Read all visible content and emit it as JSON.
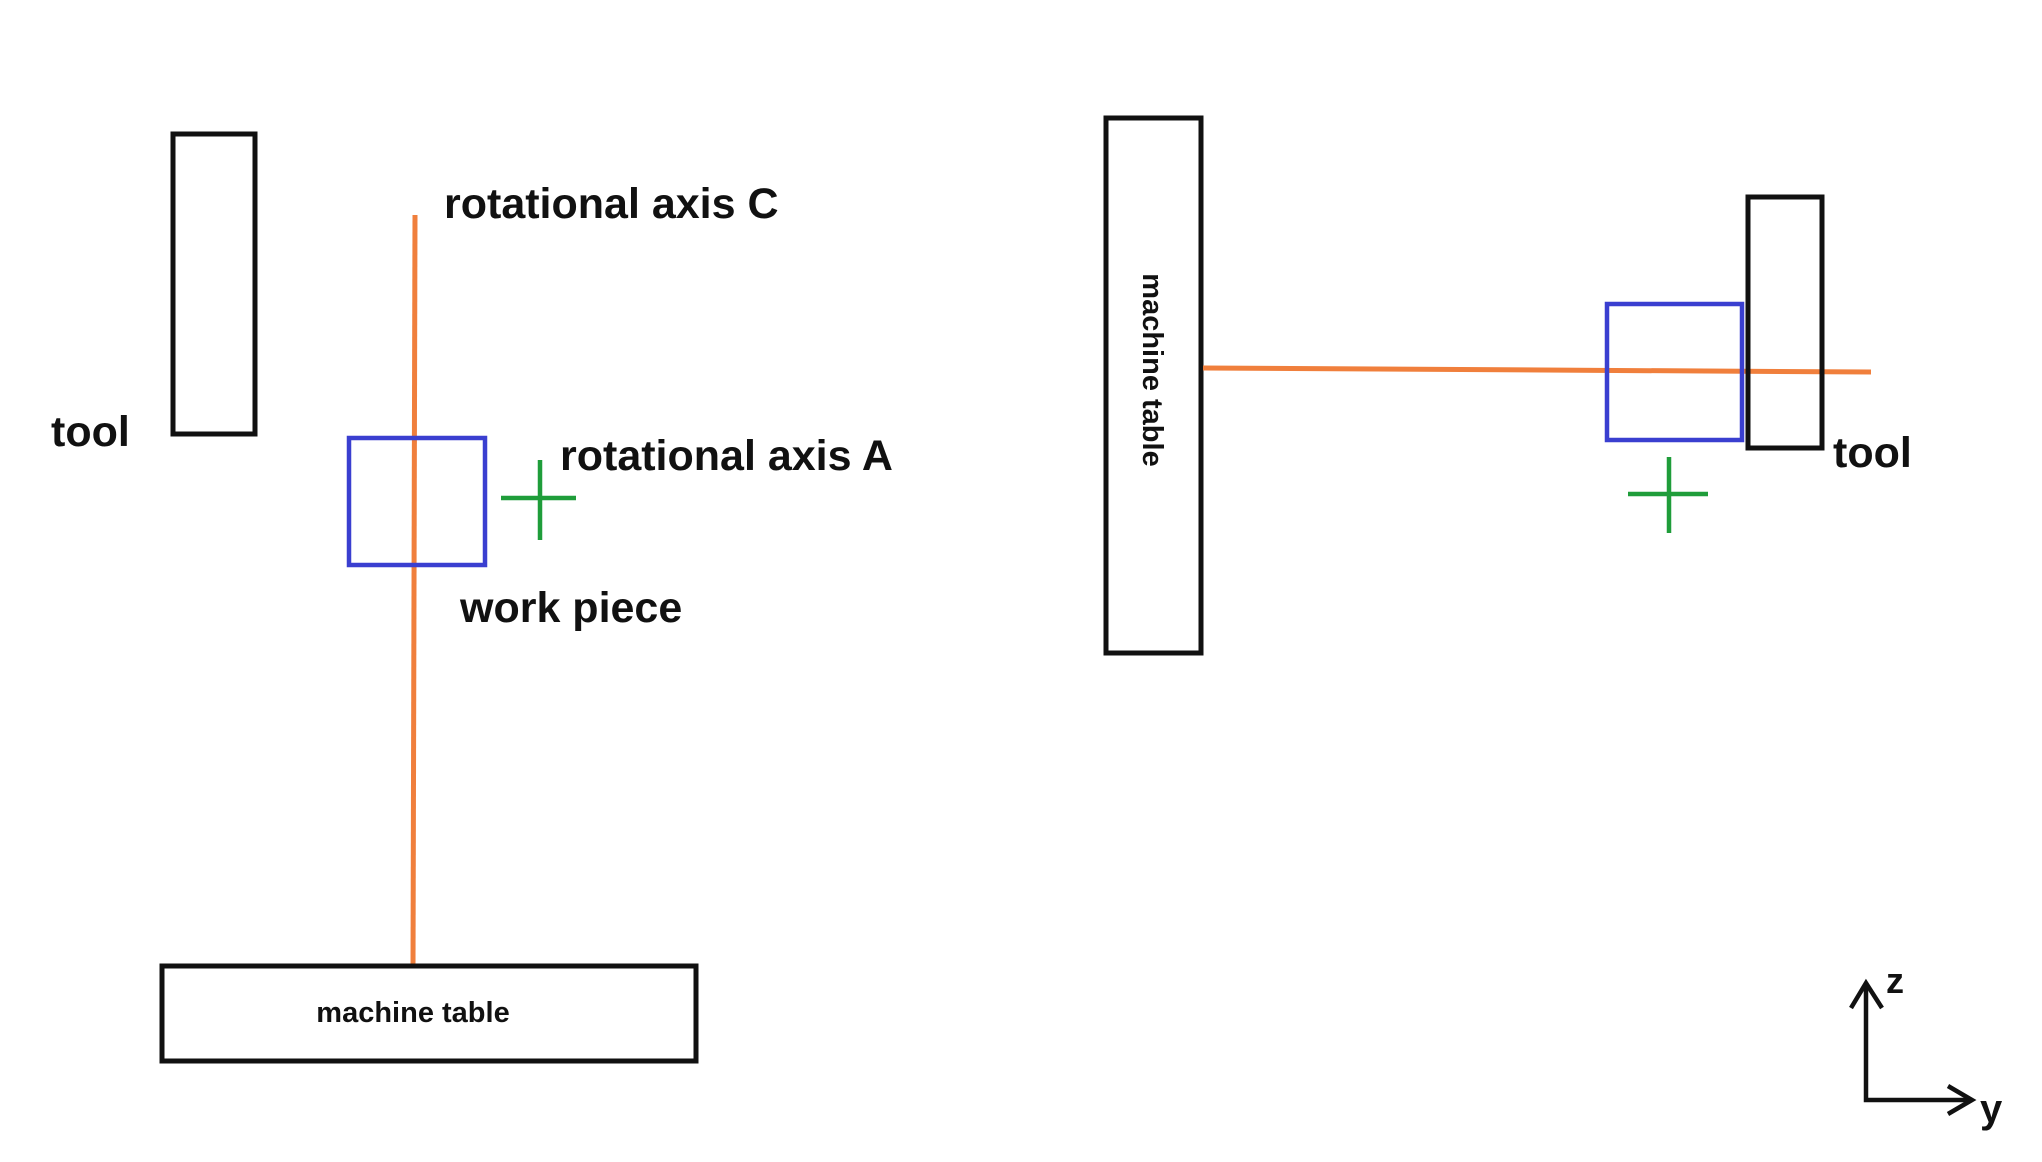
{
  "colors": {
    "axis_line": "#f07f3c",
    "work_piece": "#3a3fd0",
    "marker": "#1f9d3a",
    "outline": "#111111"
  },
  "left_view": {
    "tool_label": "tool",
    "axis_c_label": "rotational axis C",
    "axis_a_label": "rotational axis A",
    "work_piece_label": "work piece",
    "machine_table_label": "machine table"
  },
  "right_view": {
    "machine_table_label": "machine table",
    "tool_label": "tool"
  },
  "coordinate_system": {
    "z_label": "z",
    "y_label": "y"
  }
}
